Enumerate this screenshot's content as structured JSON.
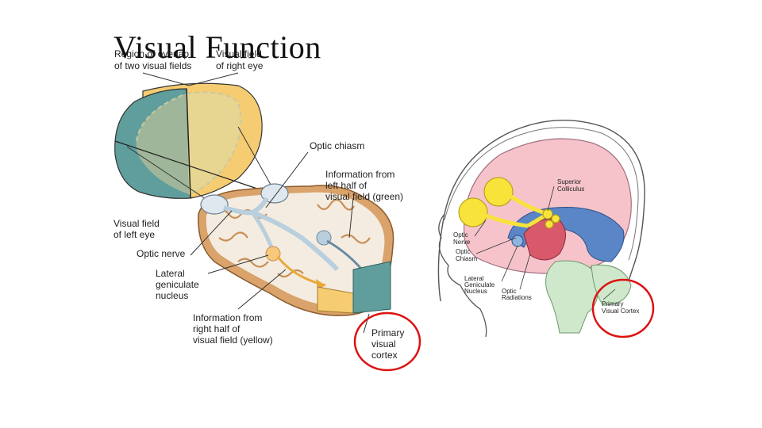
{
  "title": "Visual Function",
  "left_diagram": {
    "region_overlap": [
      "Region of overlap",
      "of two visual fields"
    ],
    "visual_field_right": [
      "Visual field",
      "of right eye"
    ],
    "visual_field_left": [
      "Visual field",
      "of left eye"
    ],
    "optic_chiasm": "Optic chiasm",
    "info_left": [
      "Information from",
      "left half of",
      "visual field (green)"
    ],
    "optic_nerve": "Optic nerve",
    "lgn": [
      "Lateral",
      "geniculate",
      "nucleus"
    ],
    "info_right": [
      "Information from",
      "right half of",
      "visual field (yellow)"
    ],
    "primary_visual_cortex": [
      "Primary",
      "visual",
      "cortex"
    ]
  },
  "right_diagram": {
    "superior_colliculus": [
      "Superior",
      "Colliculus"
    ],
    "optic_nerve": [
      "Optic",
      "Nerve"
    ],
    "optic_chiasm": [
      "Optic",
      "Chiasm"
    ],
    "lgn": [
      "Lateral",
      "Geniculate",
      "Nucleus"
    ],
    "optic_radiations": [
      "Optic",
      "Radiations"
    ],
    "primary_visual_cortex": [
      "Primary",
      "Visual Cortex"
    ]
  },
  "colors": {
    "highlight_circle": "#dd1111",
    "green_field": "#5f9e9c",
    "yellow_field": "#f5cc72",
    "brain_pink": "#f6c3cb",
    "pathway_blue": "#5a86c8",
    "brainstem_green": "#cfe8cc"
  }
}
